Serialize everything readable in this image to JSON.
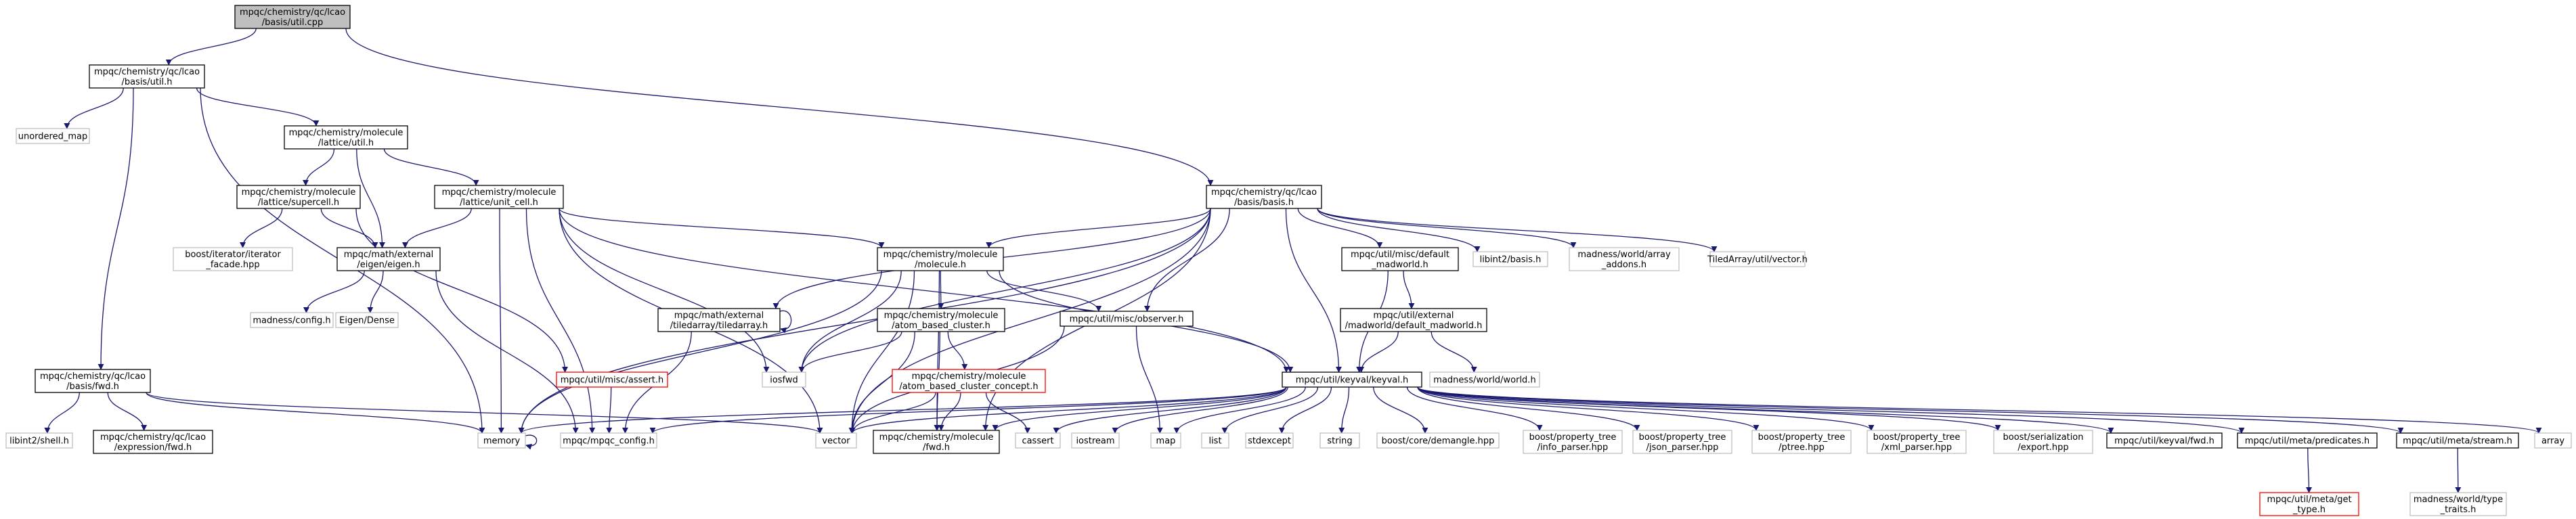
{
  "colors": {
    "edge": "#191970",
    "root_fill": "#bfbfbf",
    "missing_border": "#bfbfbf",
    "incomplete_border": "#ff0000"
  },
  "nodes": [
    {
      "id": "util_cpp",
      "kind": "root",
      "lines": [
        "mpqc/chemistry/qc/lcao",
        "/basis/util.cpp"
      ]
    },
    {
      "id": "util_h",
      "kind": "normal",
      "lines": [
        "mpqc/chemistry/qc/lcao",
        "/basis/util.h"
      ]
    },
    {
      "id": "unordered_map",
      "kind": "ext",
      "lines": [
        "unordered_map"
      ]
    },
    {
      "id": "lattice_util",
      "kind": "normal",
      "lines": [
        "mpqc/chemistry/molecule",
        "/lattice/util.h"
      ]
    },
    {
      "id": "basis_basis",
      "kind": "normal",
      "lines": [
        "mpqc/chemistry/qc/lcao",
        "/basis/basis.h"
      ]
    },
    {
      "id": "supercell",
      "kind": "normal",
      "lines": [
        "mpqc/chemistry/molecule",
        "/lattice/supercell.h"
      ]
    },
    {
      "id": "unit_cell",
      "kind": "normal",
      "lines": [
        "mpqc/chemistry/molecule",
        "/lattice/unit_cell.h"
      ]
    },
    {
      "id": "iterator_facade",
      "kind": "ext",
      "lines": [
        "boost/iterator/iterator",
        "_facade.hpp"
      ]
    },
    {
      "id": "eigen",
      "kind": "normal",
      "lines": [
        "mpqc/math/external",
        "/eigen/eigen.h"
      ]
    },
    {
      "id": "molecule",
      "kind": "normal",
      "lines": [
        "mpqc/chemistry/molecule",
        "/molecule.h"
      ]
    },
    {
      "id": "default_madworld",
      "kind": "normal",
      "lines": [
        "mpqc/util/misc/default",
        "_madworld.h"
      ]
    },
    {
      "id": "libint2_basis",
      "kind": "ext",
      "lines": [
        "libint2/basis.h"
      ]
    },
    {
      "id": "array_addons",
      "kind": "ext",
      "lines": [
        "madness/world/array",
        "_addons.h"
      ]
    },
    {
      "id": "tiledarray_vector",
      "kind": "ext",
      "lines": [
        "TiledArray/util/vector.h"
      ]
    },
    {
      "id": "madness_config",
      "kind": "ext",
      "lines": [
        "madness/config.h"
      ]
    },
    {
      "id": "eigen_dense",
      "kind": "ext",
      "lines": [
        "Eigen/Dense"
      ]
    },
    {
      "id": "tiledarray_h",
      "kind": "normal",
      "lines": [
        "mpqc/math/external",
        "/tiledarray/tiledarray.h"
      ]
    },
    {
      "id": "atom_cluster",
      "kind": "normal",
      "lines": [
        "mpqc/chemistry/molecule",
        "/atom_based_cluster.h"
      ]
    },
    {
      "id": "observer",
      "kind": "normal",
      "lines": [
        "mpqc/util/misc/observer.h"
      ]
    },
    {
      "id": "ext_default_madworld",
      "kind": "normal",
      "lines": [
        "mpqc/util/external",
        "/madworld/default_madworld.h"
      ]
    },
    {
      "id": "basis_fwd",
      "kind": "normal",
      "lines": [
        "mpqc/chemistry/qc/lcao",
        "/basis/fwd.h"
      ]
    },
    {
      "id": "assert",
      "kind": "warn",
      "lines": [
        "mpqc/util/misc/assert.h"
      ]
    },
    {
      "id": "iosfwd",
      "kind": "ext",
      "lines": [
        "iosfwd"
      ]
    },
    {
      "id": "cluster_concept",
      "kind": "warn",
      "lines": [
        "mpqc/chemistry/molecule",
        "/atom_based_cluster_concept.h"
      ]
    },
    {
      "id": "keyval",
      "kind": "normal",
      "lines": [
        "mpqc/util/keyval/keyval.h"
      ]
    },
    {
      "id": "madness_world",
      "kind": "ext",
      "lines": [
        "madness/world/world.h"
      ]
    },
    {
      "id": "libint2_shell",
      "kind": "ext",
      "lines": [
        "libint2/shell.h"
      ]
    },
    {
      "id": "expression_fwd",
      "kind": "normal",
      "lines": [
        "mpqc/chemistry/qc/lcao",
        "/expression/fwd.h"
      ]
    },
    {
      "id": "memory",
      "kind": "ext",
      "lines": [
        "memory"
      ]
    },
    {
      "id": "mpqc_config",
      "kind": "ext",
      "lines": [
        "mpqc/mpqc_config.h"
      ]
    },
    {
      "id": "vector",
      "kind": "ext",
      "lines": [
        "vector"
      ]
    },
    {
      "id": "molecule_fwd",
      "kind": "normal",
      "lines": [
        "mpqc/chemistry/molecule",
        "/fwd.h"
      ]
    },
    {
      "id": "cassert",
      "kind": "ext",
      "lines": [
        "cassert"
      ]
    },
    {
      "id": "iostream",
      "kind": "ext",
      "lines": [
        "iostream"
      ]
    },
    {
      "id": "map",
      "kind": "ext",
      "lines": [
        "map"
      ]
    },
    {
      "id": "list",
      "kind": "ext",
      "lines": [
        "list"
      ]
    },
    {
      "id": "stdexcept",
      "kind": "ext",
      "lines": [
        "stdexcept"
      ]
    },
    {
      "id": "string",
      "kind": "ext",
      "lines": [
        "string"
      ]
    },
    {
      "id": "demangle",
      "kind": "ext",
      "lines": [
        "boost/core/demangle.hpp"
      ]
    },
    {
      "id": "info_parser",
      "kind": "ext",
      "lines": [
        "boost/property_tree",
        "/info_parser.hpp"
      ]
    },
    {
      "id": "json_parser",
      "kind": "ext",
      "lines": [
        "boost/property_tree",
        "/json_parser.hpp"
      ]
    },
    {
      "id": "ptree",
      "kind": "ext",
      "lines": [
        "boost/property_tree",
        "/ptree.hpp"
      ]
    },
    {
      "id": "xml_parser",
      "kind": "ext",
      "lines": [
        "boost/property_tree",
        "/xml_parser.hpp"
      ]
    },
    {
      "id": "export",
      "kind": "ext",
      "lines": [
        "boost/serialization",
        "/export.hpp"
      ]
    },
    {
      "id": "keyval_fwd",
      "kind": "normal",
      "lines": [
        "mpqc/util/keyval/fwd.h"
      ]
    },
    {
      "id": "predicates",
      "kind": "normal",
      "lines": [
        "mpqc/util/meta/predicates.h"
      ]
    },
    {
      "id": "stream",
      "kind": "normal",
      "lines": [
        "mpqc/util/meta/stream.h"
      ]
    },
    {
      "id": "array",
      "kind": "ext",
      "lines": [
        "array"
      ]
    },
    {
      "id": "get_type",
      "kind": "warn",
      "lines": [
        "mpqc/util/meta/get",
        "_type.h"
      ]
    },
    {
      "id": "type_traits",
      "kind": "ext",
      "lines": [
        "madness/world/type",
        "_traits.h"
      ]
    }
  ],
  "edges": [
    [
      "util_cpp",
      "util_h"
    ],
    [
      "util_cpp",
      "basis_basis"
    ],
    [
      "util_h",
      "unordered_map"
    ],
    [
      "util_h",
      "lattice_util"
    ],
    [
      "util_h",
      "basis_fwd"
    ],
    [
      "util_h",
      "memory"
    ],
    [
      "lattice_util",
      "supercell"
    ],
    [
      "lattice_util",
      "unit_cell"
    ],
    [
      "lattice_util",
      "eigen"
    ],
    [
      "supercell",
      "iterator_facade"
    ],
    [
      "supercell",
      "eigen"
    ],
    [
      "supercell",
      "assert"
    ],
    [
      "unit_cell",
      "eigen"
    ],
    [
      "unit_cell",
      "molecule"
    ],
    [
      "unit_cell",
      "iosfwd"
    ],
    [
      "unit_cell",
      "memory"
    ],
    [
      "unit_cell",
      "vector"
    ],
    [
      "unit_cell",
      "keyval"
    ],
    [
      "unit_cell",
      "mpqc_config"
    ],
    [
      "eigen",
      "madness_config"
    ],
    [
      "eigen",
      "eigen_dense"
    ],
    [
      "eigen",
      "mpqc_config"
    ],
    [
      "basis_basis",
      "molecule"
    ],
    [
      "basis_basis",
      "default_madworld"
    ],
    [
      "basis_basis",
      "libint2_basis"
    ],
    [
      "basis_basis",
      "array_addons"
    ],
    [
      "basis_basis",
      "tiledarray_vector"
    ],
    [
      "basis_basis",
      "tiledarray_h"
    ],
    [
      "basis_basis",
      "observer"
    ],
    [
      "basis_basis",
      "keyval"
    ],
    [
      "basis_basis",
      "iosfwd"
    ],
    [
      "basis_basis",
      "memory"
    ],
    [
      "basis_basis",
      "molecule_fwd"
    ],
    [
      "basis_basis",
      "vector"
    ],
    [
      "molecule",
      "atom_cluster"
    ],
    [
      "molecule",
      "observer"
    ],
    [
      "molecule",
      "keyval"
    ],
    [
      "molecule",
      "iosfwd"
    ],
    [
      "molecule",
      "memory"
    ],
    [
      "molecule",
      "vector"
    ],
    [
      "molecule",
      "molecule_fwd"
    ],
    [
      "default_madworld",
      "ext_default_madworld"
    ],
    [
      "default_madworld",
      "keyval"
    ],
    [
      "ext_default_madworld",
      "madness_world"
    ],
    [
      "ext_default_madworld",
      "keyval"
    ],
    [
      "tiledarray_h",
      "tiledarray_h"
    ],
    [
      "tiledarray_h",
      "mpqc_config"
    ],
    [
      "atom_cluster",
      "cluster_concept"
    ],
    [
      "atom_cluster",
      "iosfwd"
    ],
    [
      "atom_cluster",
      "vector"
    ],
    [
      "atom_cluster",
      "molecule_fwd"
    ],
    [
      "observer",
      "map"
    ],
    [
      "observer",
      "vector"
    ],
    [
      "cluster_concept",
      "vector"
    ],
    [
      "cluster_concept",
      "cassert"
    ],
    [
      "cluster_concept",
      "molecule_fwd"
    ],
    [
      "assert",
      "mpqc_config"
    ],
    [
      "basis_fwd",
      "libint2_shell"
    ],
    [
      "basis_fwd",
      "expression_fwd"
    ],
    [
      "basis_fwd",
      "memory"
    ],
    [
      "basis_fwd",
      "vector"
    ],
    [
      "memory",
      "memory"
    ],
    [
      "keyval",
      "memory"
    ],
    [
      "keyval",
      "mpqc_config"
    ],
    [
      "keyval",
      "vector"
    ],
    [
      "keyval",
      "molecule_fwd"
    ],
    [
      "keyval",
      "cassert"
    ],
    [
      "keyval",
      "iostream"
    ],
    [
      "keyval",
      "map"
    ],
    [
      "keyval",
      "list"
    ],
    [
      "keyval",
      "stdexcept"
    ],
    [
      "keyval",
      "string"
    ],
    [
      "keyval",
      "demangle"
    ],
    [
      "keyval",
      "info_parser"
    ],
    [
      "keyval",
      "json_parser"
    ],
    [
      "keyval",
      "ptree"
    ],
    [
      "keyval",
      "xml_parser"
    ],
    [
      "keyval",
      "export"
    ],
    [
      "keyval",
      "keyval_fwd"
    ],
    [
      "keyval",
      "predicates"
    ],
    [
      "keyval",
      "stream"
    ],
    [
      "keyval",
      "array"
    ],
    [
      "predicates",
      "get_type"
    ],
    [
      "stream",
      "type_traits"
    ]
  ]
}
